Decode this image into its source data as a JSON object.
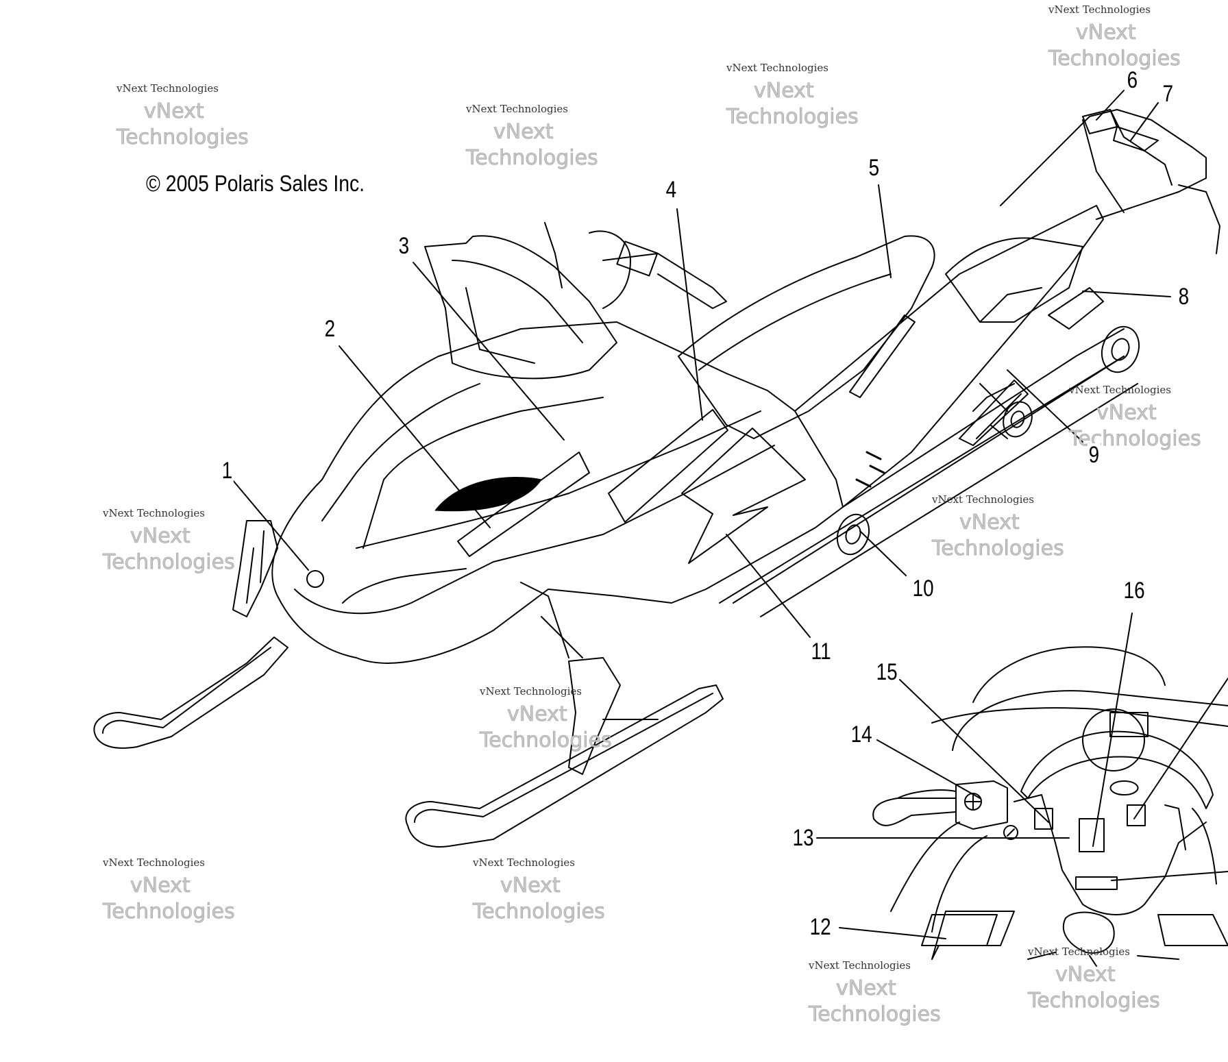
{
  "diagram": {
    "copyright": "© 2005 Polaris Sales Inc.",
    "callouts": [
      "1",
      "2",
      "3",
      "4",
      "5",
      "6",
      "7",
      "8",
      "9",
      "10",
      "11",
      "12",
      "13",
      "14",
      "15",
      "16"
    ],
    "watermark": {
      "small": "vNext Technologies",
      "big_line1": "vNext",
      "big_line2": "Technologies"
    },
    "line_color": "#000000",
    "watermark_color": "#bdbdbd"
  }
}
